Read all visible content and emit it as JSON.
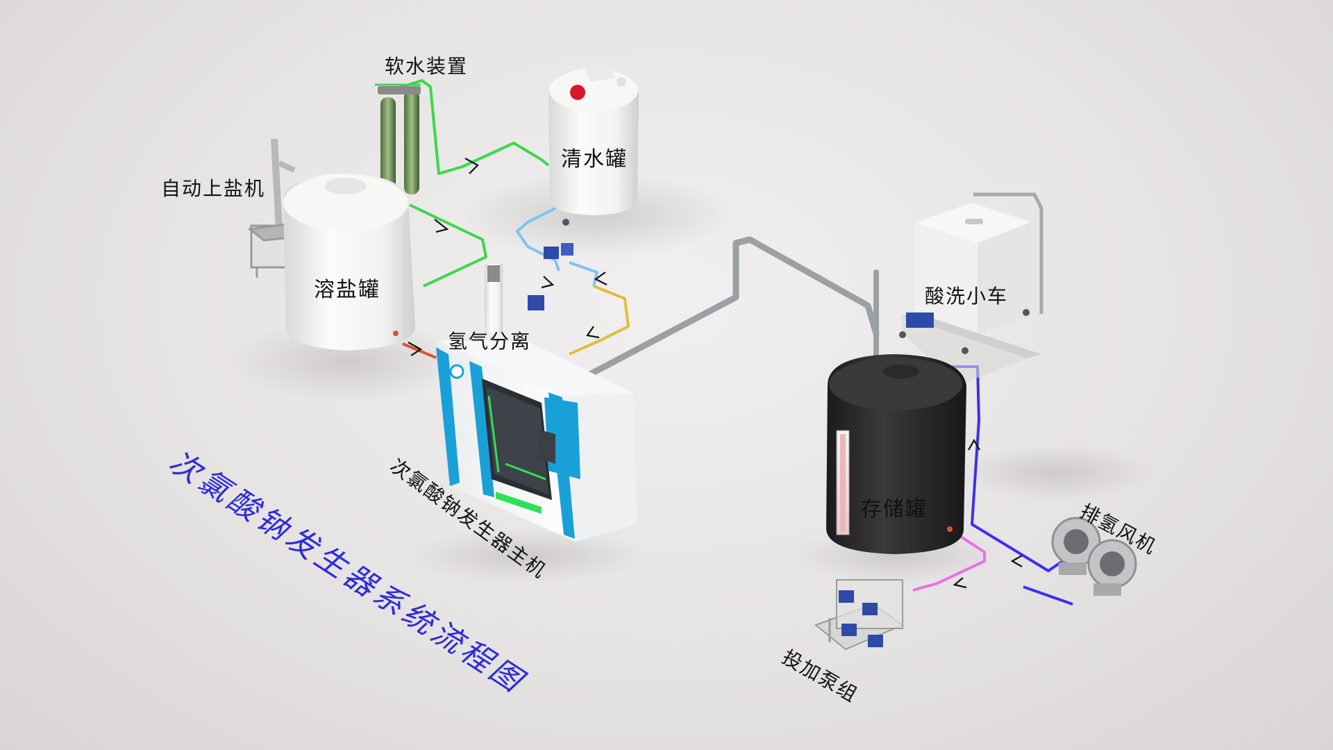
{
  "title": "次氯酸钠发生器系统流程图",
  "labels": {
    "softener": "软水装置",
    "auto_salt_feeder": "自动上盐机",
    "clear_water_tank": "清水罐",
    "brine_tank": "溶盐罐",
    "hydrogen_separation": "氢气分离",
    "generator_main": "次氯酸钠发生器主机",
    "acid_wash_cart": "酸洗小车",
    "storage_tank": "存储罐",
    "hydrogen_blower": "排氢风机",
    "dosing_pump_set": "投加泵组"
  },
  "colors": {
    "title": "#2d2bd8",
    "pipe_soft_water": "#3bd84a",
    "pipe_clear_water": "#7cc4f2",
    "pipe_brine": "#e2bd3a",
    "pipe_hydrogen": "#9aa0a3",
    "pipe_exhaust": "#3b2ff0",
    "pipe_dosing": "#ec6ee6",
    "generator_trim": "#1aa0d8",
    "storage_tank": "#2b2b2d"
  }
}
